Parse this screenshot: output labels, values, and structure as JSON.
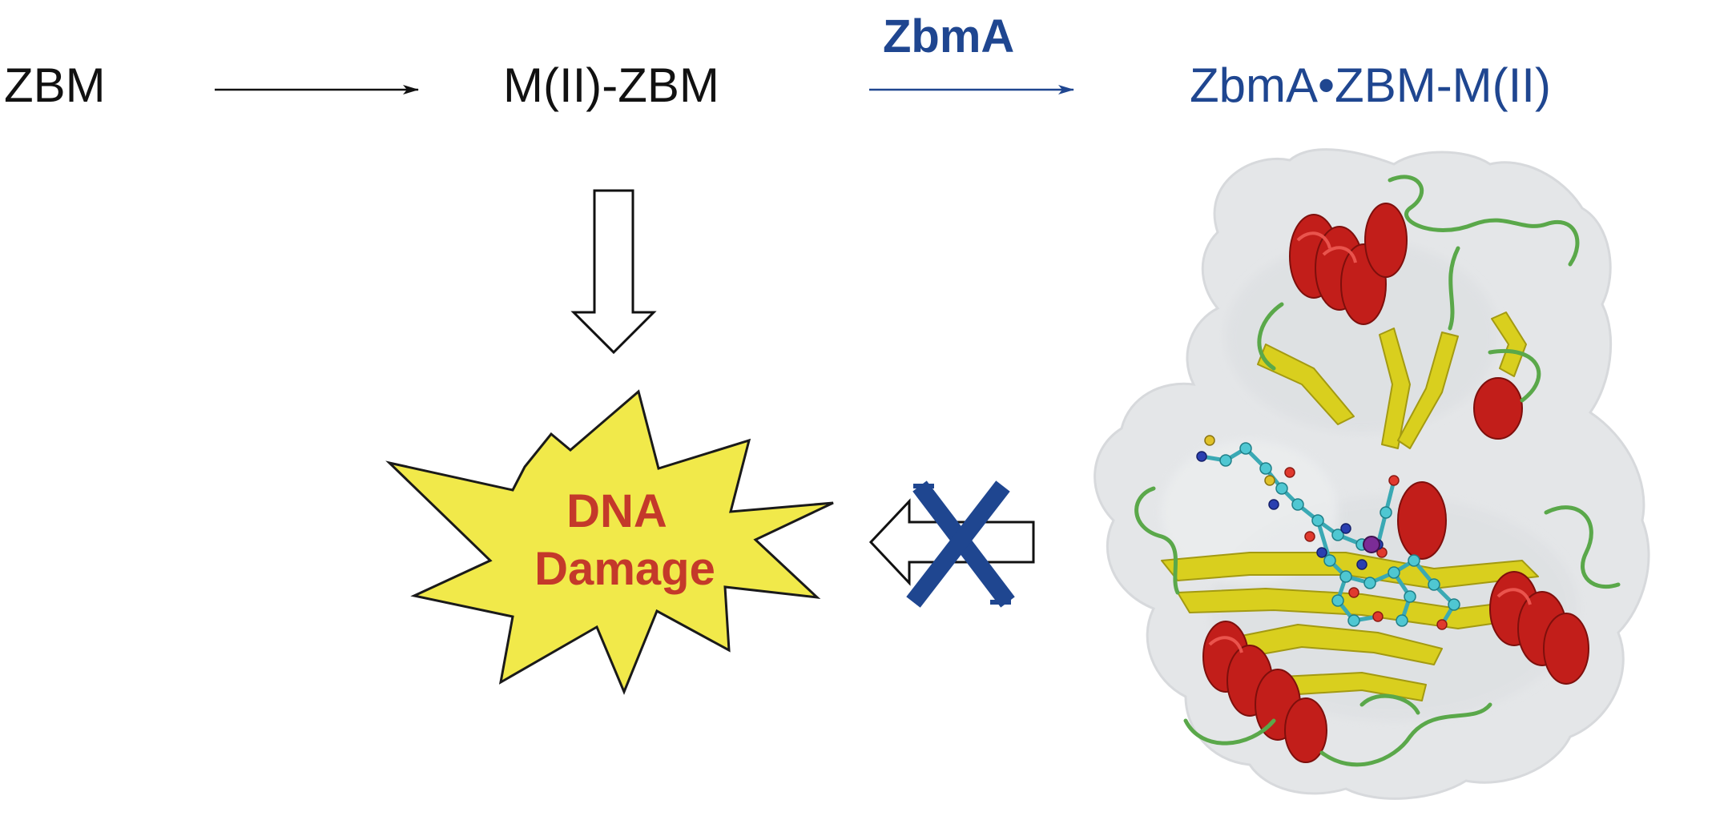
{
  "reaction": {
    "start": "ZBM",
    "intermediate": "M(II)-ZBM",
    "enzyme": "ZbmA",
    "product_left": "ZbmA",
    "product_bullet": "•",
    "product_right": "ZBM-M(II)"
  },
  "outcome": {
    "line1": "DNA",
    "line2": "Damage"
  },
  "colors": {
    "text_black": "#111111",
    "zbma_blue": "#1f4690",
    "burst_yellow": "#f1e94a",
    "damage_red": "#c4392a",
    "helix_red": "#c21e1a",
    "sheet_yellow": "#d9cf1e",
    "loop_green": "#5aa84a",
    "ligand_cyan": "#4fc7d2",
    "oxygen_red": "#e0392e",
    "nitrogen_blue": "#2a3fb0",
    "metal_purple": "#7b2c96",
    "sulfur_yellow": "#e0c22a",
    "surface_gray": "#e3e5e7"
  },
  "icons": {
    "blocked_mark": "x-cross-icon",
    "protein_structure": "protein-structure-icon"
  }
}
